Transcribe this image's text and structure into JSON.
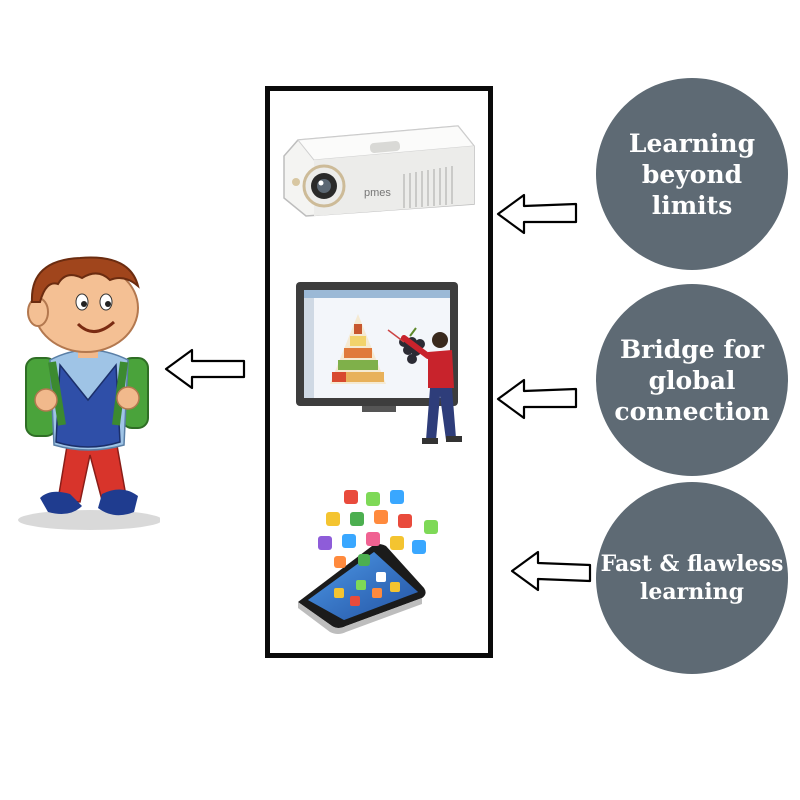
{
  "benefits": [
    {
      "text": "Learning\nbeyond\nlimits"
    },
    {
      "text": "Bridge for\nglobal\nconnection"
    },
    {
      "text": "Fast & flawless\nlearning"
    }
  ],
  "devices": [
    "projector-icon",
    "interactive-whiteboard-icon",
    "smartphone-apps-icon"
  ],
  "learner": "student-boy-icon",
  "colors": {
    "circle_fill": "#5e6a74",
    "circle_text": "#ffffff",
    "box_border": "#0a0a0a",
    "arrow_stroke": "#000000",
    "arrow_fill": "#ffffff"
  },
  "projector": {
    "brand": "pmes"
  }
}
